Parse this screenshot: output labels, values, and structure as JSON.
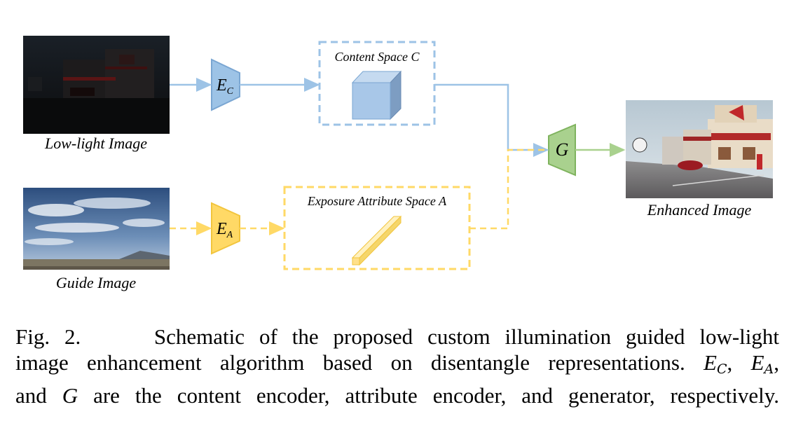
{
  "diagram": {
    "inputs": {
      "low_light_label": "Low-light Image",
      "guide_label": "Guide Image"
    },
    "output": {
      "enhanced_label": "Enhanced Image"
    },
    "spaces": {
      "content_title": "Content Space",
      "content_symbol": "C",
      "attribute_title": "Exposure Attribute Space",
      "attribute_symbol": "A"
    },
    "modules": {
      "content_encoder": {
        "letter": "E",
        "subscript": "C"
      },
      "attribute_encoder": {
        "letter": "E",
        "subscript": "A"
      },
      "generator": {
        "letter": "G"
      }
    },
    "colors": {
      "content_blue": "#9dc3e6",
      "content_blue_dark": "#7aa6d2",
      "attribute_yellow": "#ffd966",
      "attribute_yellow_dark": "#f2c53d",
      "generator_green": "#a9d18e",
      "generator_green_dark": "#7fb35e"
    }
  },
  "caption": {
    "line1_prefix": "Fig. 2.",
    "line1_text": "Schematic of the proposed custom illumination guided low-light",
    "line2_text": "image enhancement algorithm based on disentangle representations.",
    "line2_e1": "E",
    "line2_e1_sub": "C",
    "line2_sep": ",",
    "line2_e2": "E",
    "line2_e2_sub": "A",
    "line2_end": ",",
    "line3_start": "and",
    "line3_g": "G",
    "line3_text": "are the content encoder, attribute encoder, and generator, respectively."
  }
}
